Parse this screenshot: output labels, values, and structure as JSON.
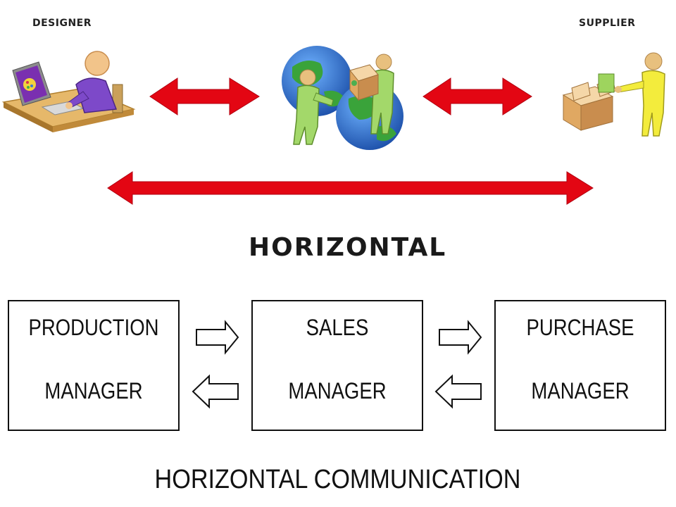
{
  "top": {
    "left_actor": "DESIGNER",
    "right_actor": "SUPPLIER",
    "heading": "HORIZONTAL",
    "icons": {
      "left": "designer-at-computer-icon",
      "center": "globe-with-trading-people-icon",
      "right": "supplier-with-boxes-icon"
    },
    "arrow_color": "#e30613"
  },
  "boxes": [
    {
      "line1": "PRODUCTION",
      "line2": "MANAGER"
    },
    {
      "line1": "SALES",
      "line2": "MANAGER"
    },
    {
      "line1": "PURCHASE",
      "line2": "MANAGER"
    }
  ],
  "footer": {
    "title": "HORIZONTAL COMMUNICATION"
  }
}
